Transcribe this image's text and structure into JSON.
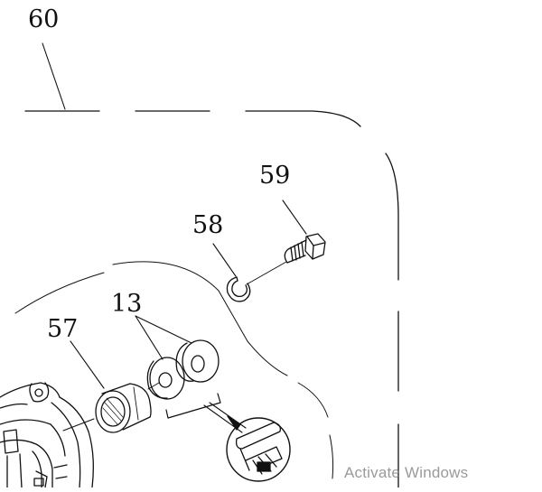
{
  "diagram": {
    "callouts": [
      {
        "id": "60",
        "label": "60"
      },
      {
        "id": "59",
        "label": "59"
      },
      {
        "id": "58",
        "label": "58"
      },
      {
        "id": "13",
        "label": "13"
      },
      {
        "id": "57",
        "label": "57"
      }
    ]
  },
  "watermark": {
    "text": "Activate Windows"
  }
}
